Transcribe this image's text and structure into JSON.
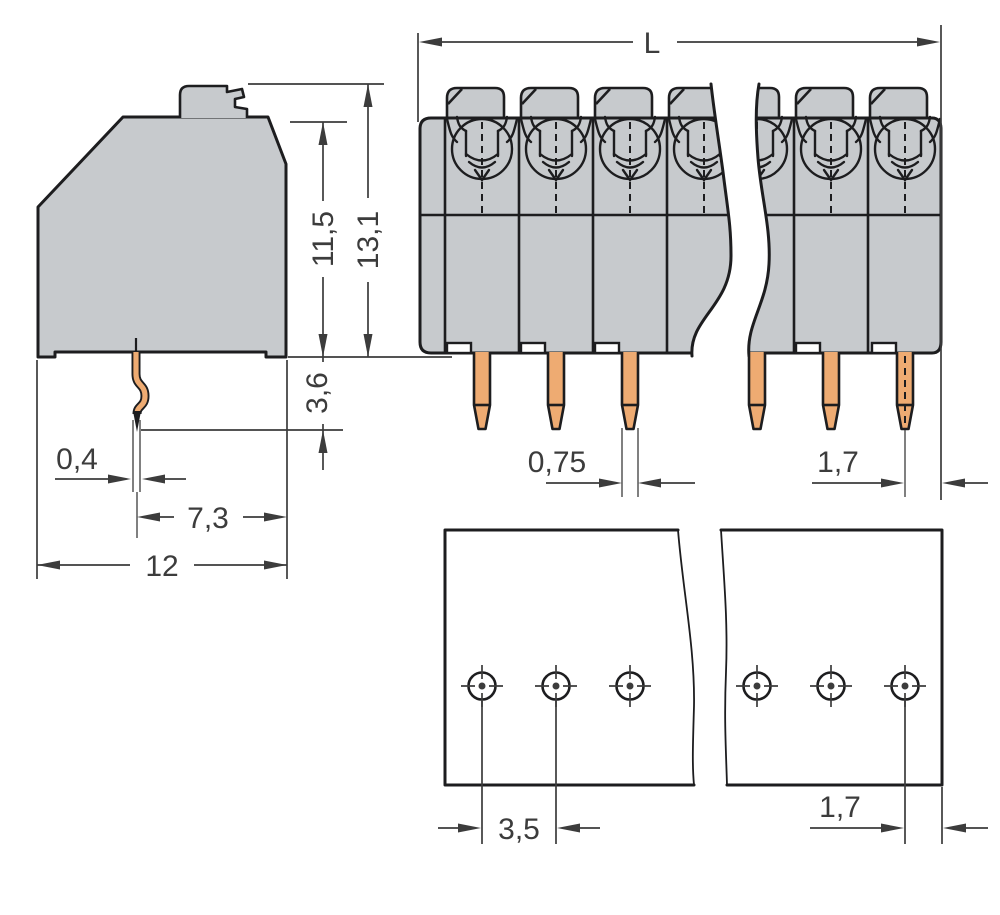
{
  "labels": {
    "length": "L",
    "body_height": "11,5",
    "total_height": "13,1",
    "pin_protrusion": "3,6",
    "pin_thickness": "0,4",
    "pin_to_edge": "7,3",
    "total_depth": "12",
    "pin_width": "0,75",
    "last_pole_to_edge": "1,7",
    "hole_pitch": "3,5",
    "hole_to_edge": "1,7"
  },
  "colors": {
    "background": "#ffffff",
    "body_fill": "#c7cacd",
    "board_fill": "#ffffff",
    "pin_fill": "#eeab72",
    "outline": "#1d1d1f",
    "dim_color": "#3c3c3c"
  }
}
